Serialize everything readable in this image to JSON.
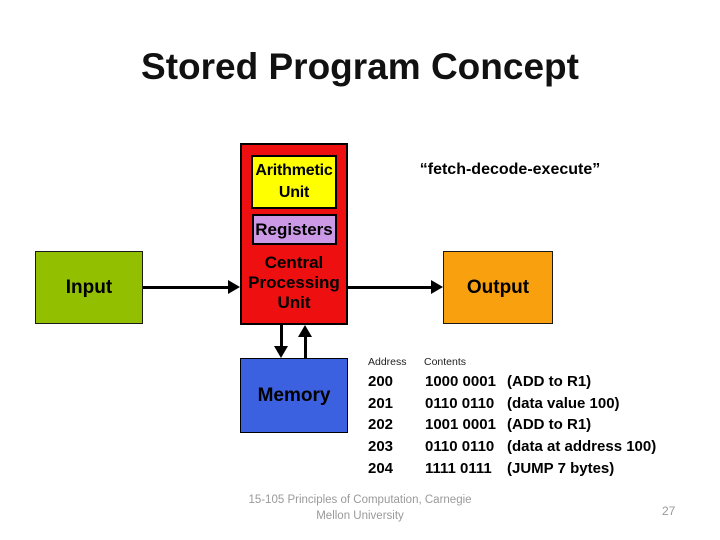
{
  "slide": {
    "title": "Stored Program Concept",
    "page_number": "27",
    "footer": {
      "line1": "15-105 Principles of Computation, Carnegie",
      "line2": "Mellon University"
    }
  },
  "diagram": {
    "annotation": "“fetch-decode-execute”",
    "boxes": {
      "input": "Input",
      "output": "Output",
      "memory": "Memory",
      "cpu": "Central Processing Unit",
      "arithmetic_unit": "Arithmetic Unit",
      "registers": "Registers"
    },
    "colors": {
      "input_green": "#92C001",
      "cpu_red": "#EE1010",
      "arithmetic_yellow": "#FFFF00",
      "registers_purple": "#CC99E6",
      "output_orange": "#F9A00F",
      "memory_blue": "#3B61E0",
      "arrow_black": "#000000"
    }
  },
  "memory_table": {
    "address_header": "Address",
    "contents_header": "Contents",
    "rows": [
      {
        "address": "200",
        "contents": "1000 0001",
        "note": "(ADD to R1)"
      },
      {
        "address": "201",
        "contents": "0110 0110",
        "note": "(data value 100)"
      },
      {
        "address": "202",
        "contents": "1001 0001",
        "note": "(ADD to R1)"
      },
      {
        "address": "203",
        "contents": "0110 0110",
        "note": "(data at address 100)"
      },
      {
        "address": "204",
        "contents": "1111 0111",
        "note": "(JUMP 7 bytes)"
      }
    ]
  }
}
